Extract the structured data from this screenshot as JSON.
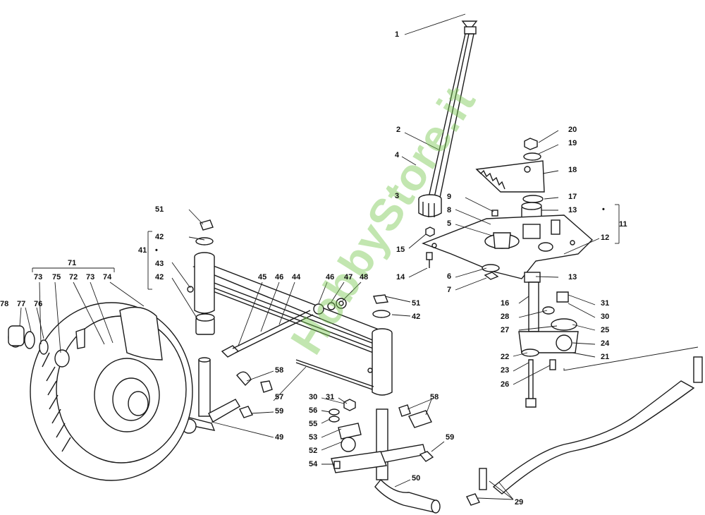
{
  "watermark": "HobbyStore.it",
  "callouts": [
    "1",
    "2",
    "4",
    "3",
    "20",
    "19",
    "18",
    "17",
    "9",
    "8",
    "5",
    "13",
    "11",
    "12",
    "15",
    "14",
    "6",
    "7",
    "13",
    "51",
    "42",
    "41",
    "43",
    "42",
    "71",
    "73",
    "75",
    "72",
    "73",
    "74",
    "78",
    "77",
    "76",
    "45",
    "46",
    "44",
    "46",
    "47",
    "48",
    "51",
    "42",
    "16",
    "31",
    "28",
    "30",
    "27",
    "25",
    "24",
    "22",
    "21",
    "23",
    "26",
    "58",
    "57",
    "59",
    "49",
    "30",
    "31",
    "56",
    "55",
    "53",
    "52",
    "54",
    "58",
    "59",
    "50",
    "29"
  ],
  "bullets": [
    "•",
    "•"
  ],
  "colors": {
    "line": "#1a1a1a",
    "watermark": "#8cc864"
  }
}
